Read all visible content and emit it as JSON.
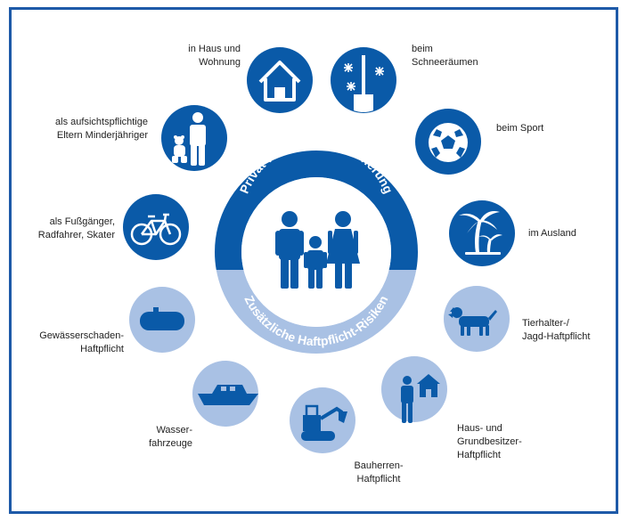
{
  "center": {
    "top_arc_text": "Privat-Haftpflichtversicherung",
    "bottom_arc_text": "Zusätzliche Haftpflicht-Risiken"
  },
  "colors": {
    "dark_blue": "#0a5aa8",
    "light_blue": "#a9c1e4",
    "frame": "#1e5aa8"
  },
  "items": [
    {
      "icon": "house-icon",
      "lines": [
        "in Haus und",
        "Wohnung"
      ],
      "tone": "dark"
    },
    {
      "icon": "snow-shovel-icon",
      "lines": [
        "beim",
        "Schneeräumen"
      ],
      "tone": "dark"
    },
    {
      "icon": "soccer-ball-icon",
      "lines": [
        "beim Sport"
      ],
      "tone": "dark"
    },
    {
      "icon": "palm-tree-icon",
      "lines": [
        "im Ausland"
      ],
      "tone": "dark"
    },
    {
      "icon": "parent-child-icon",
      "lines": [
        "als aufsichtspflichtige",
        "Eltern Minderjähriger"
      ],
      "tone": "dark"
    },
    {
      "icon": "bicycle-icon",
      "lines": [
        "als Fußgänger,",
        "Radfahrer, Skater"
      ],
      "tone": "dark"
    },
    {
      "icon": "oil-tank-icon",
      "lines": [
        "Gewässerschaden-",
        "Haftpflicht"
      ],
      "tone": "light"
    },
    {
      "icon": "boat-icon",
      "lines": [
        "Wasser-",
        "fahrzeuge"
      ],
      "tone": "light"
    },
    {
      "icon": "excavator-icon",
      "lines": [
        "Bauherren-",
        "Haftpflicht"
      ],
      "tone": "light"
    },
    {
      "icon": "owner-house-icon",
      "lines": [
        "Haus- und",
        "Grundbesitzer-",
        "Haftpflicht"
      ],
      "tone": "light"
    },
    {
      "icon": "dog-icon",
      "lines": [
        "Tierhalter-/",
        "Jagd-Haftpflicht"
      ],
      "tone": "light"
    }
  ]
}
